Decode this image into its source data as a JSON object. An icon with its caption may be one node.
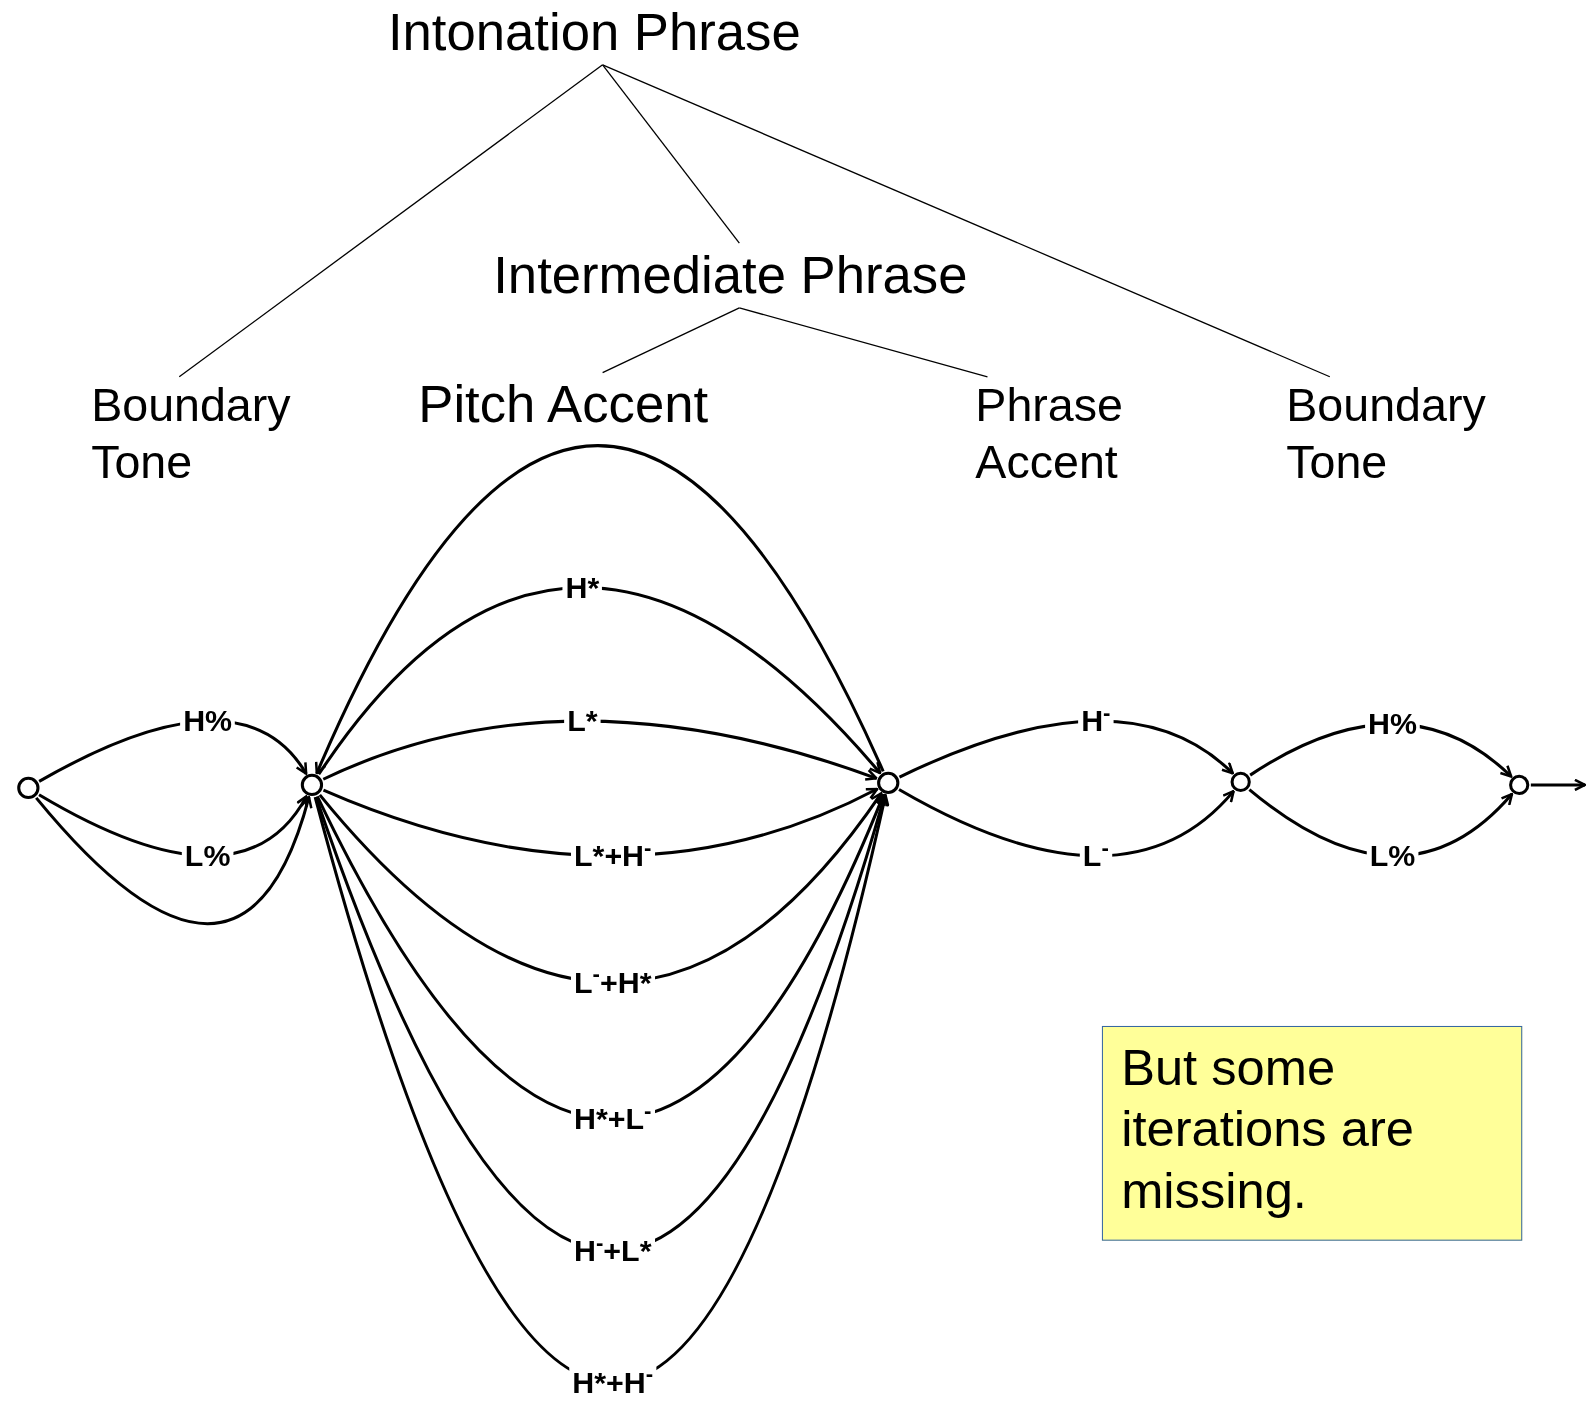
{
  "diagram": {
    "nodes": [
      {
        "text": [
          "Intonation Phrase"
        ]
      },
      {
        "text": [
          "Intermediate Phrase"
        ]
      },
      {
        "text": [
          "Boundary Tone"
        ]
      },
      {
        "text": [
          "Pitch Accent"
        ]
      },
      {
        "text": [
          "Phrase Accent"
        ]
      },
      {
        "text": [
          "Boundary Tone"
        ]
      },
      {
        "text": [],
        "shape": "circle"
      },
      {
        "text": [],
        "shape": "circle"
      },
      {
        "text": [],
        "shape": "circle"
      },
      {
        "text": [],
        "shape": "circle"
      },
      {
        "text": [],
        "shape": "circle"
      },
      {
        "text": [
          "But some iterations are missing."
        ]
      }
    ],
    "edges": [
      {
        "from": 0,
        "to": 2,
        "arrow": "none"
      },
      {
        "from": 0,
        "to": 1,
        "arrow": "none"
      },
      {
        "from": 0,
        "to": 5,
        "arrow": "none"
      },
      {
        "from": 1,
        "to": 3,
        "arrow": "none"
      },
      {
        "from": 1,
        "to": 4,
        "arrow": "none"
      },
      {
        "from": 6,
        "to": 7,
        "arrow": "to",
        "label": "H%"
      },
      {
        "from": 6,
        "to": 7,
        "arrow": "to",
        "label": "L%"
      },
      {
        "from": 6,
        "to": 7,
        "arrow": "to"
      },
      {
        "from": 8,
        "to": 7,
        "arrow": "to"
      },
      {
        "from": 7,
        "to": 8,
        "arrow": "to",
        "label": "H*"
      },
      {
        "from": 7,
        "to": 8,
        "arrow": "to",
        "label": "L*"
      },
      {
        "from": 7,
        "to": 8,
        "arrow": "to",
        "label": "L*+H$^{-}$"
      },
      {
        "from": 7,
        "to": 8,
        "arrow": "to",
        "label": "L$^{-}$+H*"
      },
      {
        "from": 7,
        "to": 8,
        "arrow": "to",
        "label": "H*+L$^{-}$"
      },
      {
        "from": 7,
        "to": 8,
        "arrow": "to",
        "label": "H$^{-}$+L*"
      },
      {
        "from": 7,
        "to": 8,
        "arrow": "to",
        "label": "H*+H$^{-}$"
      },
      {
        "from": 8,
        "to": 9,
        "arrow": "to",
        "label": "H$^{-}$"
      },
      {
        "from": 8,
        "to": 9,
        "arrow": "to",
        "label": "L$^{-}$"
      },
      {
        "from": 9,
        "to": 10,
        "arrow": "to",
        "label": "H%"
      },
      {
        "from": 9,
        "to": 10,
        "arrow": "to",
        "label": "L%"
      },
      {
        "from": 10,
        "to": null,
        "arrow": "to"
      }
    ]
  }
}
